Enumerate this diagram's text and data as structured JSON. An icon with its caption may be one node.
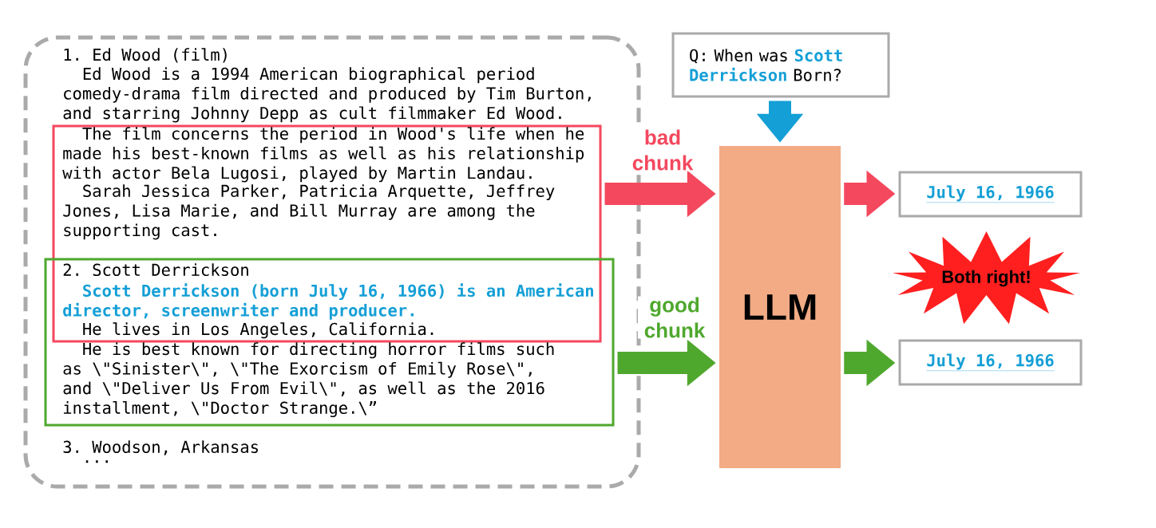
{
  "diagram": {
    "nodes": [
      {
        "text": [
          "1. Ed Wood (film)",
          "Ed Wood is a 1994 American biographical period comedy-drama film directed and produced by Tim Burton, and starring Johnny Depp as cult filmmaker Ed Wood.",
          "3. Woodson, Arkansas",
          "..."
        ]
      },
      {
        "text": [
          "The film concerns the period in Wood's life when he made his best-known films as well as his relationship with actor Bela Lugosi, played by Martin Landau.",
          "Sarah Jessica Parker, Patricia Arquette, Jeffrey Jones, Lisa Marie, and Bill Murray are among the supporting cast."
        ],
        "in": 0
      },
      {
        "text": [
          "2. Scott Derrickson",
          "Scott Derrickson (born July 16, 1966) is an American director, screenwriter and producer.",
          "He lives in Los Angeles, California.",
          "He is best known for directing horror films such as \\\"Sinister\\\", \\\"The Exorcism of Emily Rose\\\", and \\\"Deliver Us From Evil\\\", as well as the 2016 installment, \\\"Doctor Strange.\\”"
        ],
        "in": 0
      },
      {
        "text": [
          "Q: When was **Scott Derrickson** Born?"
        ]
      },
      {
        "text": [
          "LLM"
        ]
      },
      {
        "text": [
          "July 16, 1966"
        ]
      },
      {
        "text": [
          "Both right!"
        ]
      },
      {
        "text": [
          "July 16, 1966"
        ]
      }
    ],
    "edges": [
      {
        "from": 1,
        "to": 4,
        "arrow": "to",
        "label": "bad chunk",
        "color": "#f4485e"
      },
      {
        "from": 2,
        "to": 4,
        "arrow": "to",
        "label": "good chunk",
        "color": "#4fa82e"
      },
      {
        "from": 3,
        "to": 4,
        "arrow": "to",
        "color": "#149fd6"
      },
      {
        "from": 4,
        "to": 5,
        "arrow": "to",
        "color": "#f4485e"
      },
      {
        "from": 4,
        "to": 7,
        "arrow": "to",
        "color": "#4fa82e"
      }
    ]
  }
}
